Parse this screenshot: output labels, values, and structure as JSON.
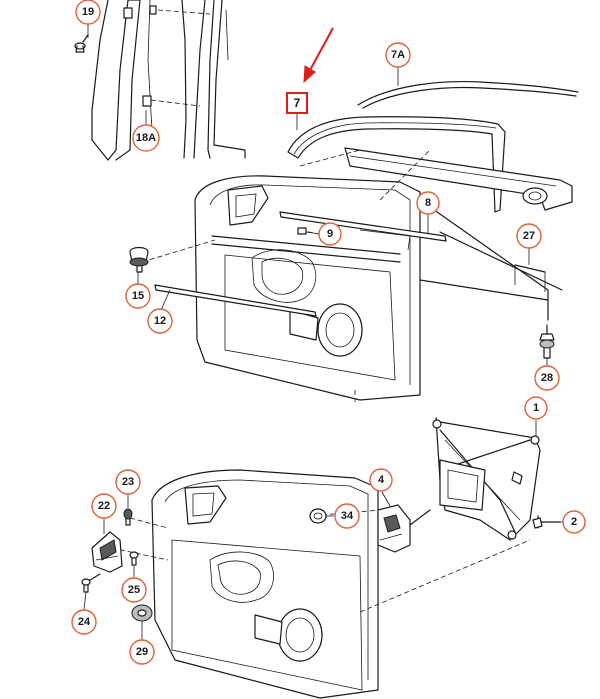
{
  "callouts": [
    {
      "id": "19",
      "label": "19"
    },
    {
      "id": "18A",
      "label": "18A"
    },
    {
      "id": "7A",
      "label": "7A"
    },
    {
      "id": "8",
      "label": "8"
    },
    {
      "id": "9",
      "label": "9"
    },
    {
      "id": "27",
      "label": "27"
    },
    {
      "id": "15",
      "label": "15"
    },
    {
      "id": "12",
      "label": "12"
    },
    {
      "id": "28",
      "label": "28"
    },
    {
      "id": "1",
      "label": "1"
    },
    {
      "id": "4",
      "label": "4"
    },
    {
      "id": "23",
      "label": "23"
    },
    {
      "id": "22",
      "label": "22"
    },
    {
      "id": "34",
      "label": "34"
    },
    {
      "id": "2",
      "label": "2"
    },
    {
      "id": "25",
      "label": "25"
    },
    {
      "id": "24",
      "label": "24"
    },
    {
      "id": "29",
      "label": "29"
    }
  ],
  "highlighted_callout": {
    "id": "7",
    "label": "7"
  },
  "colors": {
    "callout_stroke": "#e0623a",
    "highlight_stroke": "#e11b1b",
    "arrow": "#e11b1b",
    "line": "#1a1a1a"
  }
}
